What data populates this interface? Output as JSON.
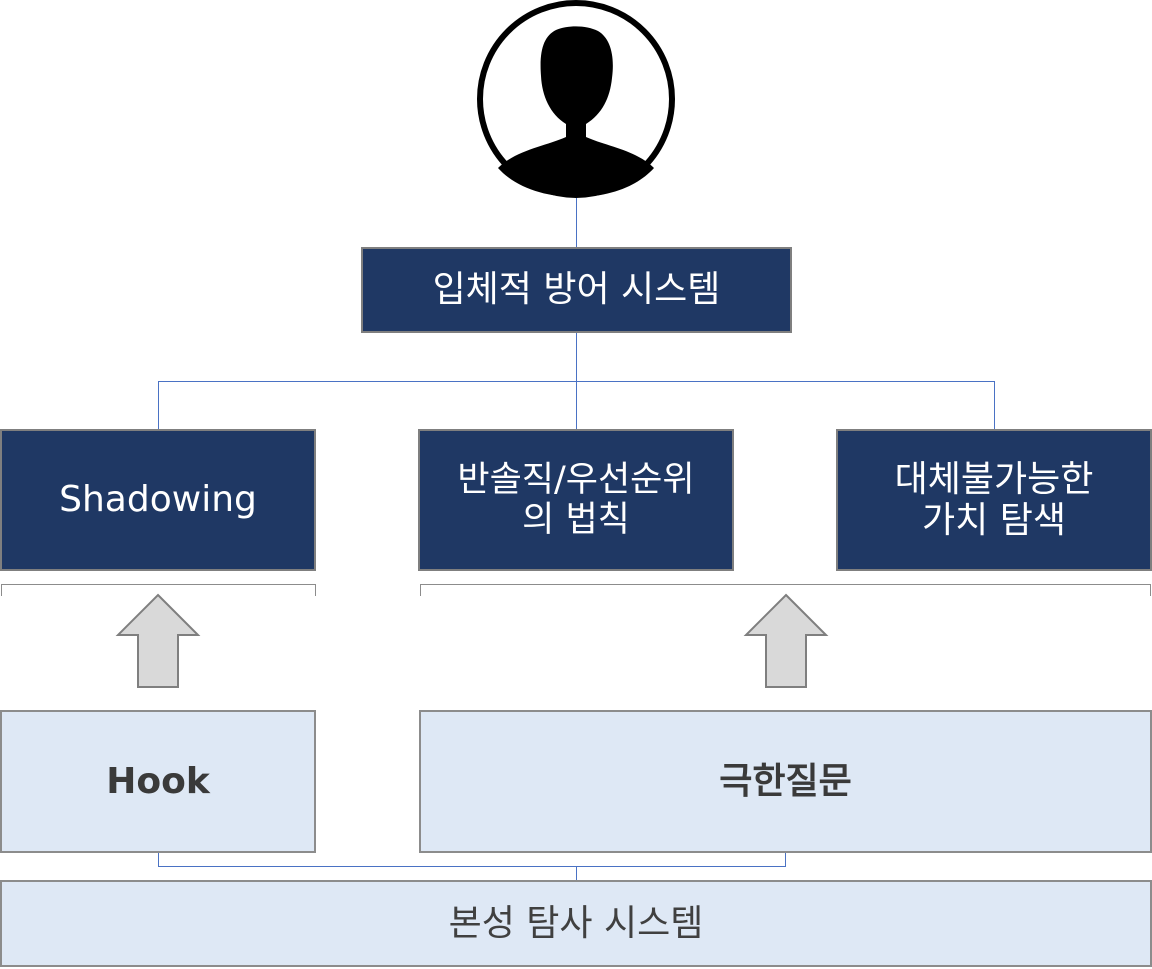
{
  "top": {
    "avatar_icon": "person-silhouette-icon",
    "title": "입체적 방어 시스템"
  },
  "principles": [
    {
      "label": "Shadowing"
    },
    {
      "label": "반솔직/우선순위\n의 법칙"
    },
    {
      "label": "대체불가능한\n가치 탐색"
    }
  ],
  "tools": [
    {
      "label": "Hook"
    },
    {
      "label": "극한질문"
    }
  ],
  "base": {
    "title": "본성 탐사 시스템"
  },
  "colors": {
    "dark_box": "#1f3864",
    "light_box": "#dee8f5",
    "connector": "#4a72c4",
    "arrow_fill": "#d9d9d9"
  }
}
